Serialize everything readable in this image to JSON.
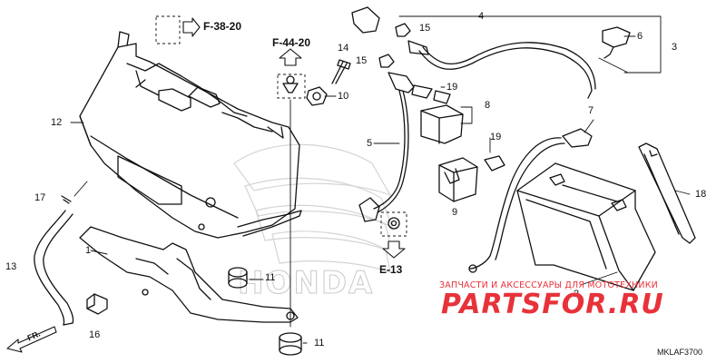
{
  "diagram": {
    "callouts": [
      "1",
      "2",
      "3",
      "4",
      "5",
      "6",
      "7",
      "8",
      "9",
      "10",
      "11",
      "11",
      "12",
      "13",
      "14",
      "15",
      "15",
      "16",
      "17",
      "18",
      "19",
      "19"
    ],
    "references": [
      "F-38-20",
      "F-44-20",
      "E-13"
    ],
    "front_label": "FR.",
    "brand_word": "HONDA",
    "part_code": "MKLAF3700"
  },
  "watermark": {
    "tagline": "ЗАПЧАСТИ И АКСЕССУАРЫ ДЛЯ МОТОТЕХНИКИ",
    "brand": "PARTSFOR.RU",
    "color": "#e8323a"
  }
}
